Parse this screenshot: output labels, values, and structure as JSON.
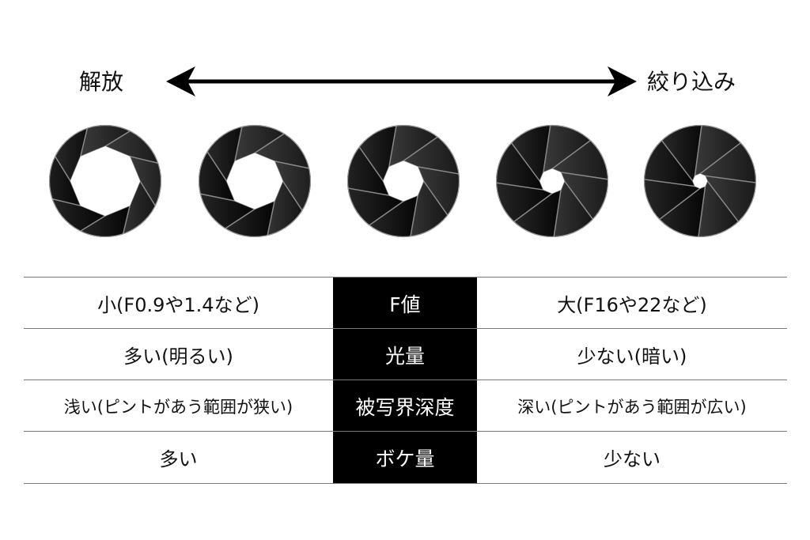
{
  "header": {
    "left_label": "解放",
    "right_label": "絞り込み",
    "arrow": "double-headed-arrow"
  },
  "apertures": [
    {
      "name": "aperture-widest",
      "opening_ratio": 0.62
    },
    {
      "name": "aperture-wide",
      "opening_ratio": 0.5
    },
    {
      "name": "aperture-medium",
      "opening_ratio": 0.36
    },
    {
      "name": "aperture-narrow",
      "opening_ratio": 0.22
    },
    {
      "name": "aperture-narrowest",
      "opening_ratio": 0.13
    }
  ],
  "table": {
    "rows": [
      {
        "left": "小(F0.9や1.4など)",
        "center": "F値",
        "right": "大(F16や22など)"
      },
      {
        "left": "多い(明るい)",
        "center": "光量",
        "right": "少ない(暗い)"
      },
      {
        "left": "浅い(ピントがあう範囲が狭い)",
        "center": "被写界深度",
        "right": "深い(ピントがあう範囲が広い)"
      },
      {
        "left": "多い",
        "center": "ボケ量",
        "right": "少ない"
      }
    ]
  },
  "colors": {
    "blade_dark": "#050505",
    "blade_light": "#3a3a3a",
    "blade_edge": "#8a8a8a",
    "center_column_bg": "#000000",
    "center_column_text": "#ffffff",
    "rule": "#7a7a7a"
  }
}
